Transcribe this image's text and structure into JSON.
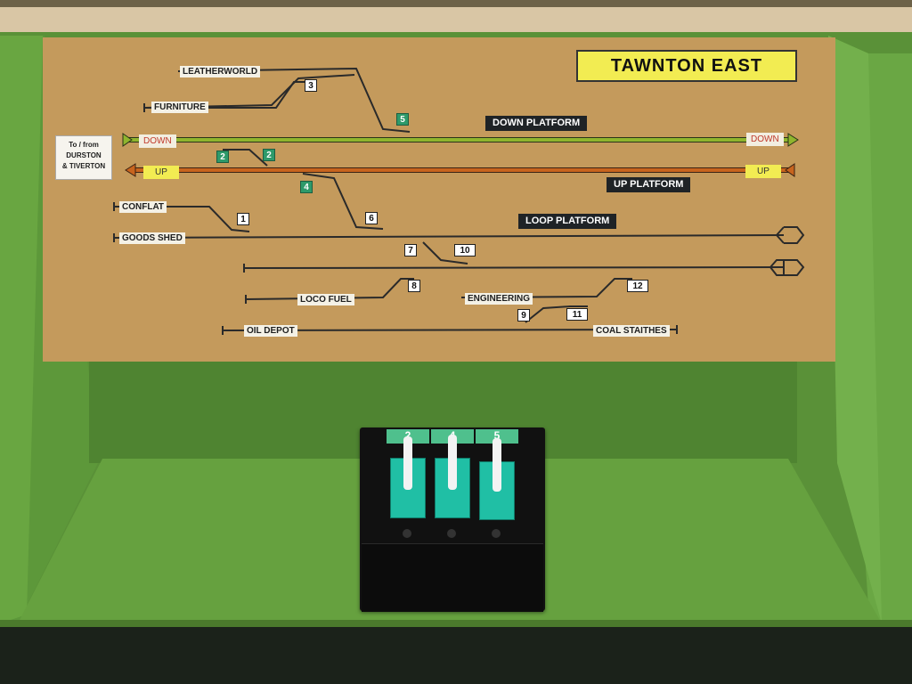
{
  "board": {
    "title": "TAWNTON EAST",
    "to_from": [
      "To / from",
      "DURSTON",
      "& TIVERTON"
    ],
    "platforms": {
      "down": "DOWN PLATFORM",
      "up": "UP PLATFORM",
      "loop": "LOOP PLATFORM"
    },
    "running_lines": {
      "down_left": "DOWN",
      "down_right": "DOWN",
      "up_left": "UP",
      "up_right": "UP"
    },
    "sidings": {
      "leatherworld": "LEATHERWORLD",
      "furniture": "FURNITURE",
      "conflat": "CONFLAT",
      "goods_shed": "GOODS SHED",
      "loco_fuel": "LOCO FUEL",
      "engineering": "ENGINEERING",
      "oil_depot": "OIL DEPOT",
      "coal_staithes": "COAL STAITHES"
    },
    "points": {
      "p1": "1",
      "p2a": "2",
      "p2b": "2",
      "p3": "3",
      "p4": "4",
      "p5": "5",
      "p6": "6",
      "p7": "7",
      "p8": "8",
      "p9": "9",
      "p10": "10",
      "p11": "11",
      "p12": "12"
    }
  },
  "frame": {
    "levers": [
      "2",
      "4",
      "5"
    ]
  },
  "colors": {
    "board": "#c49a5c",
    "title_bg": "#f2ec52",
    "down_line": "#8fb52e",
    "up_line": "#c8641e",
    "cabinet": "#5f9a3a",
    "lever_base": "#20bfa5",
    "frame": "#111111"
  },
  "icons": [
    "lever-handle",
    "crossover-arrow",
    "buffer-stop"
  ]
}
